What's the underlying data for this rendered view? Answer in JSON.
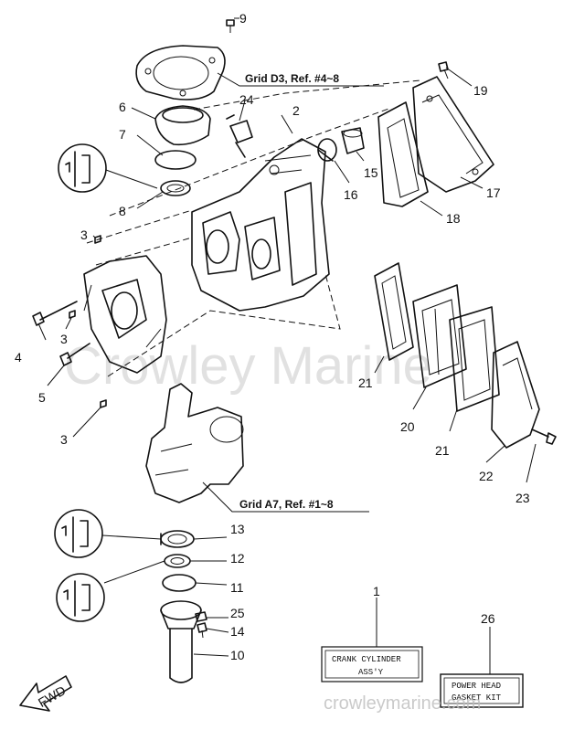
{
  "callouts": {
    "p1": "1",
    "p2": "2",
    "p3a": "3",
    "p3b": "3",
    "p3c": "3",
    "p4": "4",
    "p5": "5",
    "p6": "6",
    "p7": "7",
    "p8": "8",
    "p9": "9",
    "p10": "10",
    "p11": "11",
    "p12": "12",
    "p13": "13",
    "p14": "14",
    "p15": "15",
    "p16": "16",
    "p17": "17",
    "p18": "18",
    "p19": "19",
    "p20": "20",
    "p21a": "21",
    "p21b": "21",
    "p22": "22",
    "p23": "23",
    "p24": "24",
    "p25": "25",
    "p26": "26"
  },
  "references": {
    "upper": "Grid D3, Ref. #4~8",
    "lower": "Grid A7, Ref. #1~8"
  },
  "boxes": {
    "crank_line1": "CRANK CYLINDER",
    "crank_line2": "ASS'Y",
    "gasket_line1": "POWER HEAD",
    "gasket_line2": "GASKET KIT"
  },
  "fwd_label": "FWD",
  "watermark": {
    "center": "Crowley Marine",
    "footer": "crowleymarine.com"
  }
}
